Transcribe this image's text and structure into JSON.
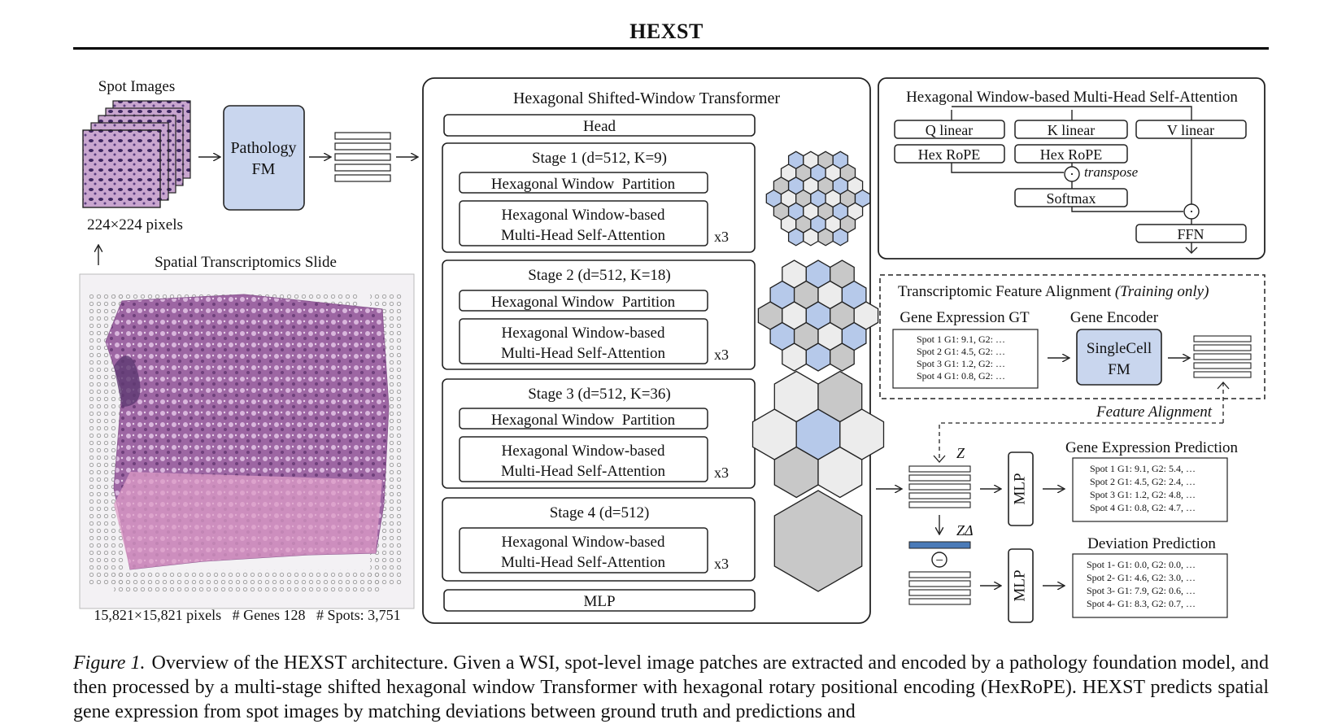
{
  "header": {
    "title": "HEXST"
  },
  "left": {
    "spot_images_label": "Spot Images",
    "pathology_fm_line1": "Pathology",
    "pathology_fm_line2": "FM",
    "pixels_label": "224×224 pixels",
    "slide_label": "Spatial Transcriptomics Slide",
    "slide_stats": "15,821×15,821 pixels   # Genes 128   # Spots: 3,751"
  },
  "transformer": {
    "title": "Hexagonal Shifted-Window Transformer",
    "head": "Head",
    "mlp": "MLP",
    "partition_label": "Hexagonal Window  Partition",
    "attn_line1": "Hexagonal Window-based",
    "attn_line2": "Multi-Head Self-Attention",
    "repeat": "x3",
    "stages": [
      {
        "title": "Stage 1 (d=512, K=9)"
      },
      {
        "title": "Stage 2 (d=512, K=18)"
      },
      {
        "title": "Stage 3 (d=512, K=36)"
      },
      {
        "title": "Stage 4 (d=512)"
      }
    ]
  },
  "attention": {
    "title": "Hexagonal Window-based Multi-Head Self-Attention",
    "q_linear": "Q linear",
    "k_linear": "K linear",
    "v_linear": "V linear",
    "hex_rope": "Hex RoPE",
    "transpose": "transpose",
    "softmax": "Softmax",
    "ffn": "FFN",
    "dot": "·"
  },
  "alignment": {
    "title": "Transcriptomic Feature Alignment",
    "title_note": "(Training only)",
    "gt_label": "Gene Expression GT",
    "encoder_label": "Gene Encoder",
    "singlecell_line1": "SingleCell",
    "singlecell_line2": "FM",
    "gt_rows": [
      "Spot 1 G1: 9.1, G2: …",
      "Spot 2 G1: 4.5, G2: …",
      "Spot 3 G1: 1.2, G2: …",
      "Spot 4 G1: 0.8, G2: …"
    ],
    "feature_alignment": "Feature Alignment"
  },
  "prediction": {
    "z_label": "Z",
    "z_delta_label": "ZΔ",
    "minus_symbol": "−",
    "mlp": "MLP",
    "gene_title": "Gene Expression Prediction",
    "gene_rows": [
      "Spot 1 G1: 9.1, G2: 5.4, …",
      "Spot 2 G1: 4.5, G2: 2.4, …",
      "Spot 3 G1: 1.2, G2: 4.8, …",
      "Spot 4 G1: 0.8, G2: 4.7, …"
    ],
    "dev_title": "Deviation Prediction",
    "dev_rows": [
      "Spot 1- G1: 0.0, G2: 0.0, …",
      "Spot 2- G1: 4.6, G2: 3.0, …",
      "Spot 3- G1: 7.9, G2: 0.6, …",
      "Spot 4- G1: 8.3, G2: 0.7, …"
    ]
  },
  "caption": {
    "label": "Figure 1.",
    "text": "Overview of the HEXST architecture. Given a WSI, spot-level image patches are extracted and encoded by a pathology foundation model, and then processed by a multi-stage shifted hexagonal window Transformer with hexagonal rotary positional encoding (HexRoPE). HEXST predicts spatial gene expression from spot images by matching deviations between ground truth and predictions and"
  },
  "colors": {
    "accent_blue": "#c9d6ee",
    "hex_blue": "#b6c9ea",
    "hex_gray": "#c8c8c8",
    "hex_light": "#ececec",
    "bar_blue": "#4a7ab8",
    "tissue": "#a36aa8"
  }
}
